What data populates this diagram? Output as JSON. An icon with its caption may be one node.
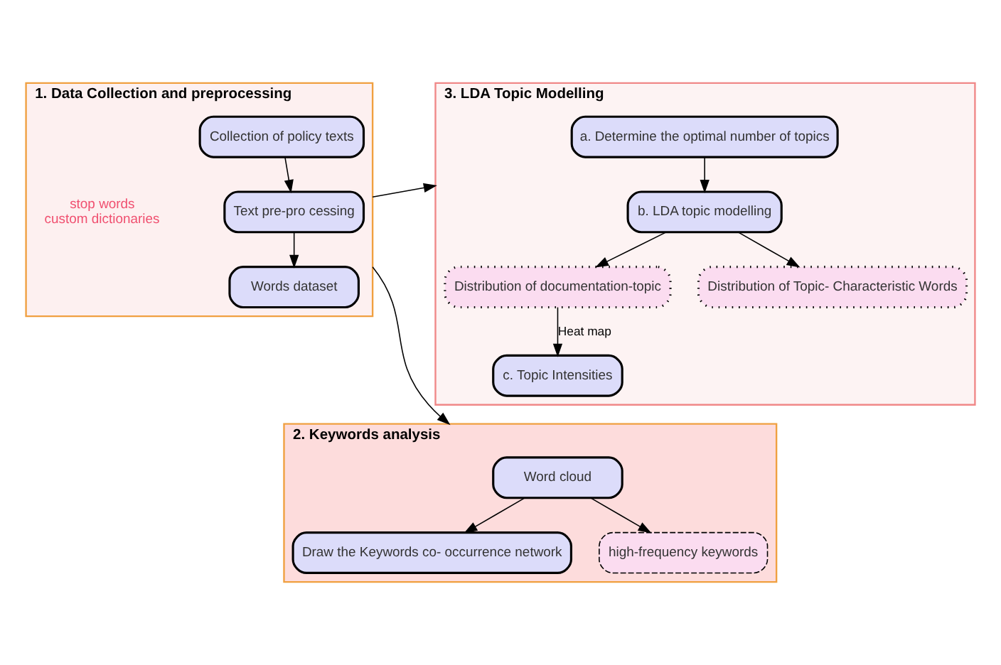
{
  "diagram": {
    "nodes": [
      {
        "text": [
          "1. Data Collection and preprocessing"
        ]
      },
      {
        "text": [
          "Collection of policy texts"
        ],
        "in": 0
      },
      {
        "text": [
          "Text pre-pro cessing"
        ],
        "in": 0,
        "beside": [
          "stop words",
          "custom dictionaries"
        ]
      },
      {
        "text": [
          "Words dataset"
        ],
        "in": 0
      },
      {
        "text": [
          "2. Keywords analysis"
        ]
      },
      {
        "text": [
          "Word cloud"
        ],
        "in": 4
      },
      {
        "text": [
          "Draw the Keywords co- occurrence network"
        ],
        "in": 4
      },
      {
        "text": [
          "high-frequency keywords"
        ],
        "in": 4
      },
      {
        "text": [
          "3. LDA Topic Modelling"
        ]
      },
      {
        "text": [
          "a. Determine the optimal number of topics"
        ],
        "in": 8
      },
      {
        "text": [
          "b. LDA topic modelling"
        ],
        "in": 8
      },
      {
        "text": [
          "Distribution of documentation-topic"
        ],
        "in": 8
      },
      {
        "text": [
          "Distribution of Topic- Characteristic Words"
        ],
        "in": 8
      },
      {
        "text": [
          "c. Topic Intensities"
        ],
        "in": 8
      }
    ],
    "edges": [
      {
        "from": 1,
        "to": 2,
        "arrow": "to"
      },
      {
        "from": 2,
        "to": 3,
        "arrow": "to"
      },
      {
        "from": 0,
        "to": 4,
        "arrow": "to"
      },
      {
        "from": 0,
        "to": 8,
        "arrow": "to"
      },
      {
        "from": 5,
        "to": 6,
        "arrow": "to"
      },
      {
        "from": 5,
        "to": 7,
        "arrow": "to"
      },
      {
        "from": 9,
        "to": 10,
        "arrow": "to"
      },
      {
        "from": 10,
        "to": 11,
        "arrow": "to"
      },
      {
        "from": 10,
        "to": 12,
        "arrow": "to"
      },
      {
        "from": 11,
        "to": 13,
        "label": "Heat map",
        "arrow": "to"
      }
    ]
  }
}
